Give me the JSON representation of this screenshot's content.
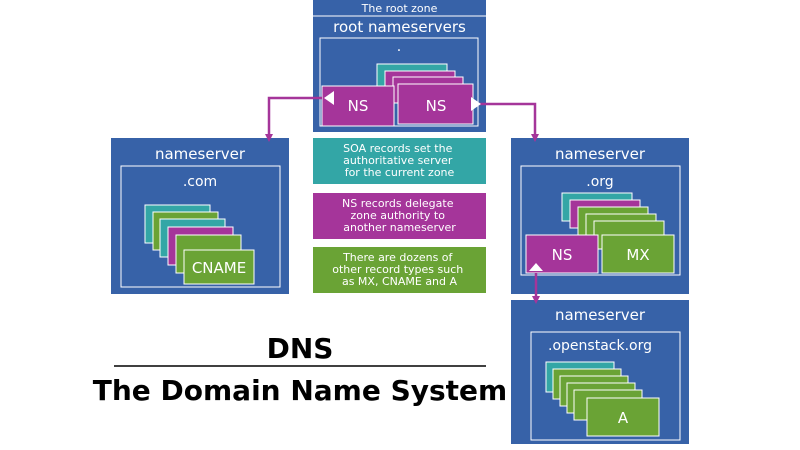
{
  "colors": {
    "blue": "#3762a8",
    "teal": "#33a6a6",
    "purple": "#a5359a",
    "green": "#6aa335",
    "white": "#ffffff",
    "text": "#000000"
  },
  "root": {
    "zone_label": "The root zone",
    "title": "root nameservers",
    "zone": ".",
    "records": [
      "NS",
      "NS"
    ]
  },
  "com": {
    "title": "nameserver",
    "zone": ".com",
    "record": "CNAME"
  },
  "org": {
    "title": "nameserver",
    "zone": ".org",
    "records": [
      "NS",
      "MX"
    ]
  },
  "openstack": {
    "title": "nameserver",
    "zone": ".openstack.org",
    "record": "A"
  },
  "legend": {
    "soa": [
      "SOA records set the",
      "authoritative server",
      "for the current zone"
    ],
    "ns": [
      "NS records delegate",
      "zone authority to",
      "another nameserver"
    ],
    "other": [
      "There are dozens of",
      "other record types such",
      "as MX, CNAME and A"
    ]
  },
  "footer": {
    "title": "DNS",
    "subtitle": "The Domain Name System"
  }
}
